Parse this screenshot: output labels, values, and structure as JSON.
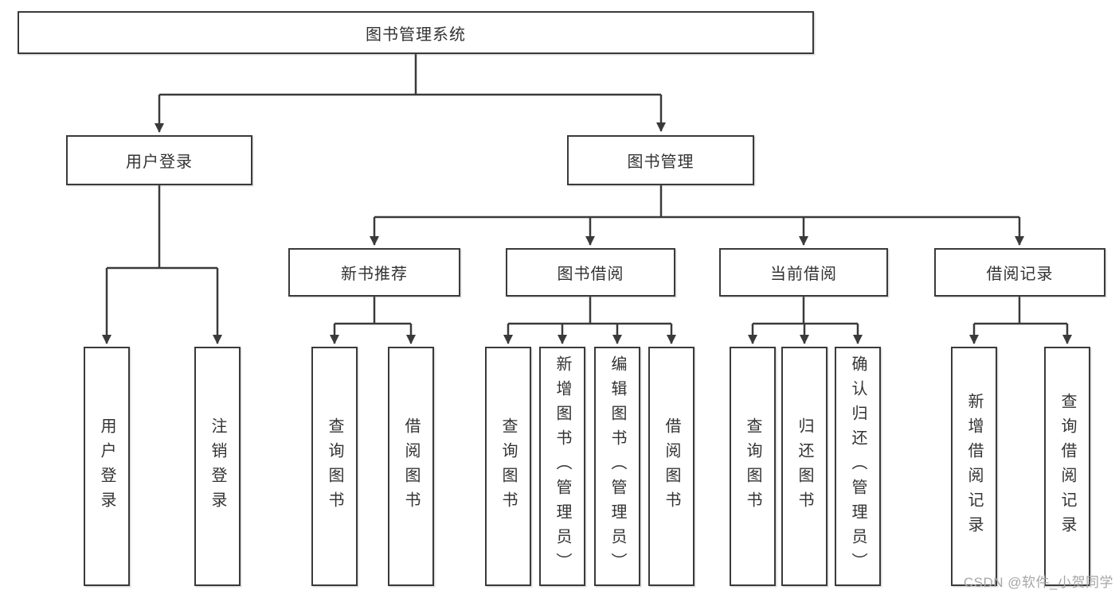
{
  "diagram": {
    "kind": "function-structure-tree",
    "colors": {
      "line": "#3a3a3a",
      "box_border": "#3a3a3a",
      "text": "#333333",
      "watermark": "#a6a6a6",
      "background": "#ffffff"
    },
    "tree": {
      "root": {
        "label": "图书管理系统"
      },
      "branches": [
        {
          "label": "用户登录",
          "children": [
            {
              "label": "用户登录"
            },
            {
              "label": "注销登录"
            }
          ]
        },
        {
          "label": "图书管理",
          "children": [
            {
              "label": "新书推荐",
              "children": [
                {
                  "label": "查询图书"
                },
                {
                  "label": "借阅图书"
                }
              ]
            },
            {
              "label": "图书借阅",
              "children": [
                {
                  "label": "查询图书"
                },
                {
                  "label": "新增图书（管理员）"
                },
                {
                  "label": "编辑图书（管理员）"
                },
                {
                  "label": "借阅图书"
                }
              ]
            },
            {
              "label": "当前借阅",
              "children": [
                {
                  "label": "查询图书"
                },
                {
                  "label": "归还图书"
                },
                {
                  "label": "确认归还（管理员）"
                }
              ]
            },
            {
              "label": "借阅记录",
              "children": [
                {
                  "label": "新增借阅记录"
                },
                {
                  "label": "查询借阅记录"
                }
              ]
            }
          ]
        }
      ]
    }
  },
  "watermark": {
    "text": "CSDN @软件_小贺同学"
  }
}
